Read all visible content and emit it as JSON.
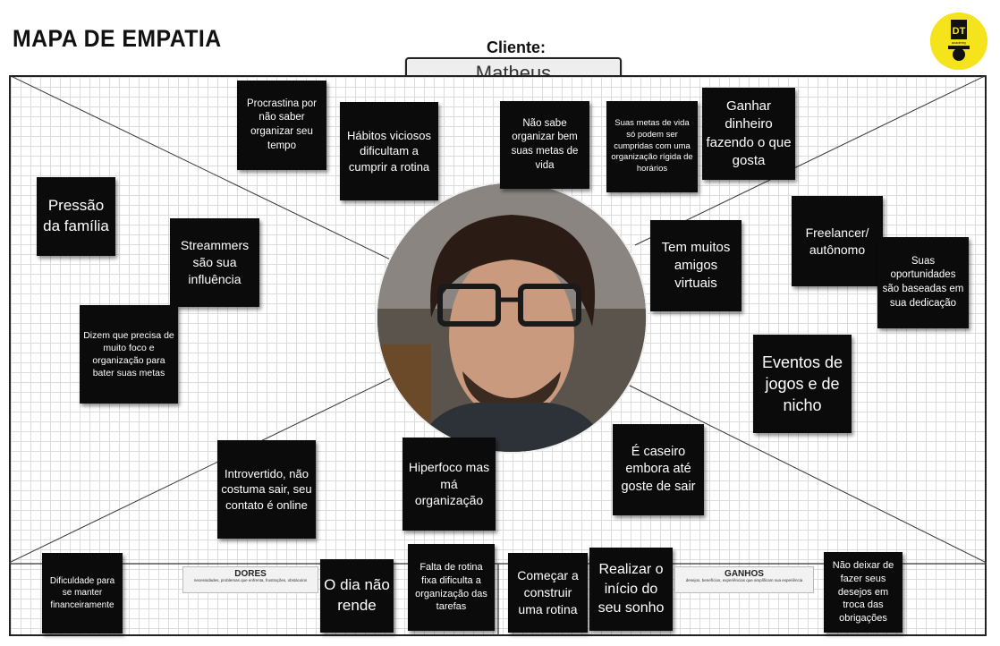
{
  "header": {
    "title": "MAPA DE EMPATIA",
    "client_label": "Cliente:",
    "client_name": "Matheus"
  },
  "colors": {
    "note_bg": "#0b0b0b",
    "note_text": "#ffffff",
    "logo_yellow": "#f5e31b",
    "grid": "#dcdcdc"
  },
  "logo": {
    "icon": "dt-academy-logo",
    "letters": "DT",
    "sub": "academy"
  },
  "photo": {
    "icon": "person-photo"
  },
  "sections": {
    "dores": {
      "title": "DORES",
      "subtitle": "necessidades, problemas que enfrenta, frustrações, obstáculos"
    },
    "ganhos": {
      "title": "GANHOS",
      "subtitle": "desejos, benefícios, experiências que amplificam sua experiência"
    }
  },
  "notes": {
    "procrastina": "Procrastina por não saber organizar seu tempo",
    "habitos": "Hábitos viciosos dificultam a cumprir a rotina",
    "nao_sabe": "Não sabe organizar bem suas metas de vida",
    "suas_metas": "Suas metas de vida só podem ser cumpridas com uma organização rígida de horários",
    "ganhar": "Ganhar dinheiro fazendo o que gosta",
    "pressao": "Pressão da família",
    "streamers": "Streammers são sua influência",
    "dizem": "Dizem que precisa de muito foco e organização para bater suas metas",
    "amigos": "Tem muitos amigos virtuais",
    "freelancer": "Freelancer/ autônomo",
    "oportunidades": "Suas oportunidades são baseadas em sua dedicação",
    "eventos": "Eventos de jogos e de nicho",
    "introvertido": "Introvertido, não costuma sair, seu contato é online",
    "hiperfoco": "Hiperfoco mas má organização",
    "caseiro": "É caseiro embora até goste de sair",
    "dificuldade": "Dificuldade para se manter financeiramente",
    "o_dia": "O dia não rende",
    "falta": "Falta de rotina fixa dificulta a organização das tarefas",
    "comecar": "Começar a construir uma rotina",
    "realizar": "Realizar o início do seu sonho",
    "nao_deixar": "Não deixar de fazer seus desejos em troca das obrigações"
  }
}
